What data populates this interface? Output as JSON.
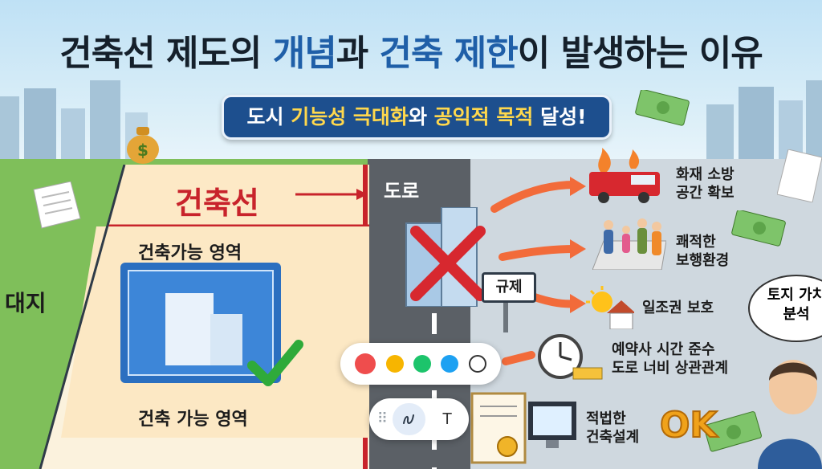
{
  "infographic": {
    "title_parts": [
      "건축선 제도의 ",
      "개념",
      "과 ",
      "건축 제한",
      "이 발생하는 이유"
    ],
    "subtitle_parts": [
      "도시 ",
      "기능성 극대화",
      "와 ",
      "공익적 목적",
      " 달성!"
    ],
    "building_line_label": "건축선",
    "road_label": "도로",
    "site_label": "대지",
    "buildable_area_top": "건축가능 영역",
    "buildable_area_bottom": "건축 가능 영역",
    "regulation_sign": "규제",
    "benefits": [
      {
        "line1": "화재 소방",
        "line2": "공간 확보"
      },
      {
        "line1": "쾌적한",
        "line2": "보행환경"
      },
      {
        "line1": "일조권 보호",
        "line2": ""
      },
      {
        "line1": "예약사 시간 준수",
        "line2": "도로 너비 상관관계"
      },
      {
        "line1": "적법한",
        "line2": "건축설계"
      }
    ],
    "ok_label": "OK",
    "thought_bubble": {
      "line1": "토지 가치",
      "line2": "분석"
    }
  },
  "toolbar": {
    "colors": [
      {
        "name": "red",
        "hex": "#ef4d4d"
      },
      {
        "name": "yellow",
        "hex": "#f7b500"
      },
      {
        "name": "green",
        "hex": "#1cc46b"
      },
      {
        "name": "blue",
        "hex": "#1da1f2"
      },
      {
        "name": "white",
        "hex": "#ffffff"
      }
    ],
    "tools": [
      {
        "icon": "drag-handle-icon",
        "label": "⠿"
      },
      {
        "icon": "pen-icon",
        "label": "pen"
      },
      {
        "icon": "text-tool-icon",
        "label": "T"
      }
    ]
  }
}
